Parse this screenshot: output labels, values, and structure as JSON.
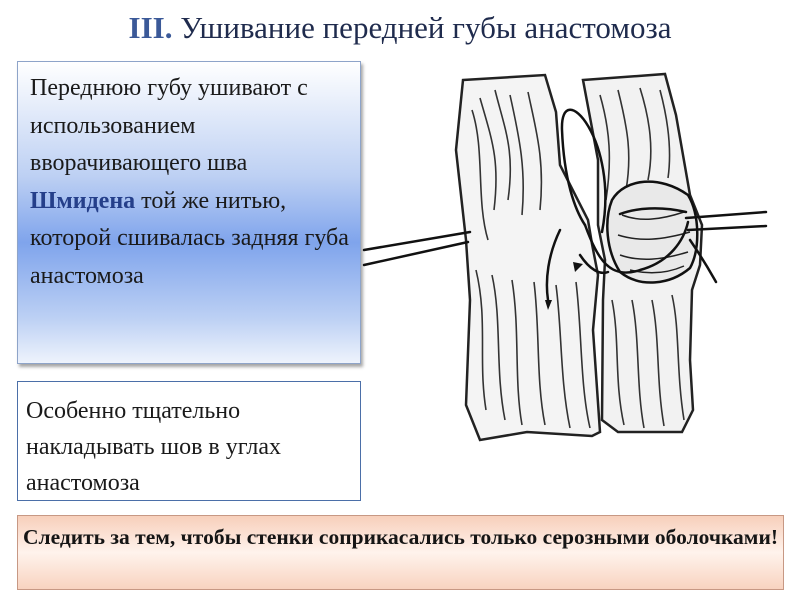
{
  "slide": {
    "title_number": "III.",
    "title_text": "Ушивание передней губы анастомоза",
    "box1": {
      "text_before": "Переднюю губу ушивают с использованием вворачивающего шва",
      "highlight": "Шмидена",
      "text_after": "той же нитью, которой сшивалась задняя губа анастомоза"
    },
    "box2_text": "Особенно тщательно накладывать шов в углах анастомоза",
    "box3_text": "Следить за тем, чтобы стенки соприкасались только серозными оболочками!"
  },
  "colors": {
    "title": "#1f2b4d",
    "accent": "#253f8a",
    "box1_gradient_mid": "#7fa4ec",
    "box3_gradient": "#f7cfbb"
  }
}
